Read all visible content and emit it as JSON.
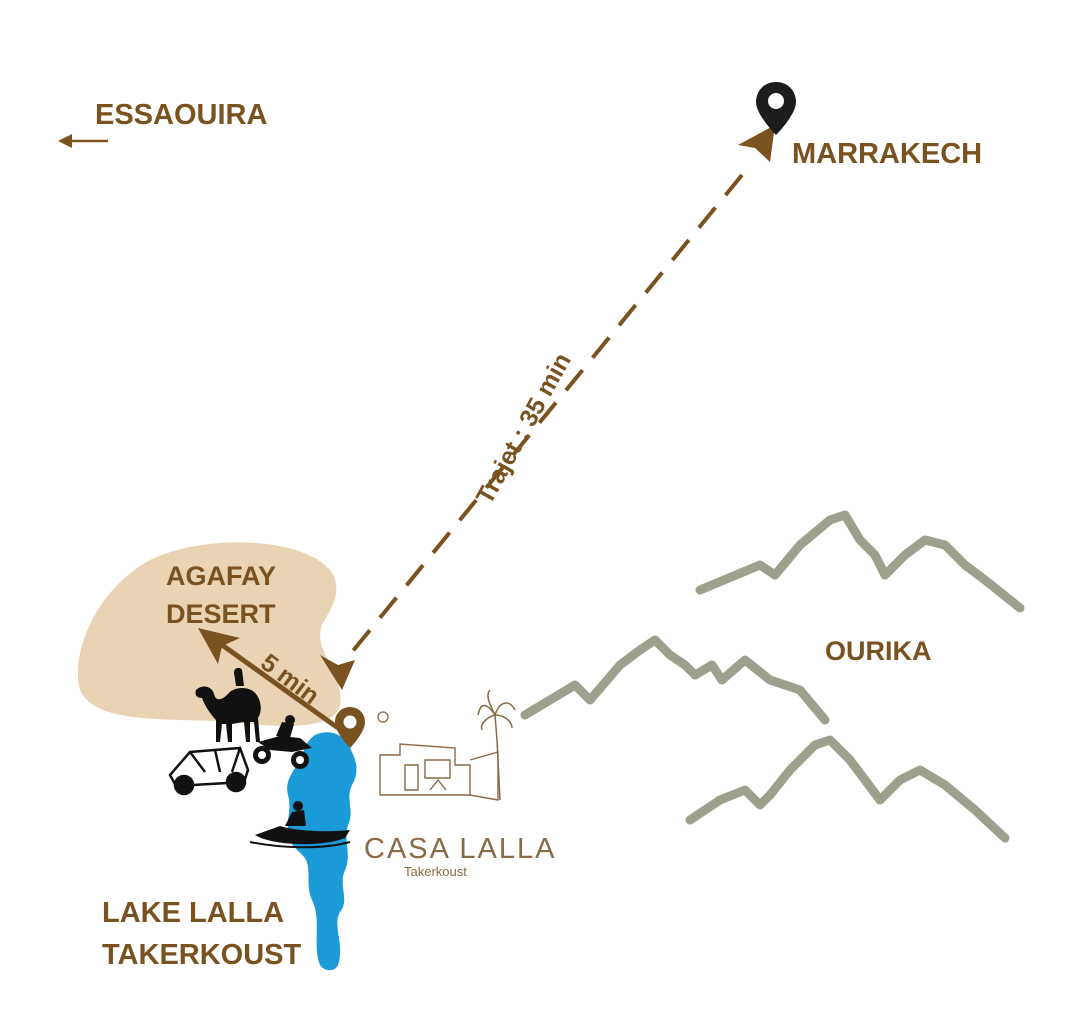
{
  "places": {
    "essaouira": "ESSAOUIRA",
    "marrakech": "MARRAKECH",
    "ourika": "OURIKA",
    "agafay_line1": "AGAFAY",
    "agafay_line2": "DESERT",
    "lake_line1": "LAKE LALLA",
    "lake_line2": "TAKERKOUST"
  },
  "routes": {
    "marrakech_trip": "Trajet : 35 min",
    "agafay_trip": "5 min"
  },
  "brand": {
    "name": "CASA LALLA",
    "subtitle": "Takerkoust"
  },
  "icons": [
    "location-pin-icon",
    "arrow-left-icon",
    "camel-rider-icon",
    "quad-bike-icon",
    "buggy-icon",
    "jet-ski-icon",
    "palm-tree-icon",
    "mountain-icon"
  ],
  "colors": {
    "text_brown": "#7a5220",
    "desert_sand": "#e8d3b3",
    "lake_blue": "#1a9ad6",
    "mountains": "#9da08c",
    "pin_dark": "#1c1c1c"
  }
}
